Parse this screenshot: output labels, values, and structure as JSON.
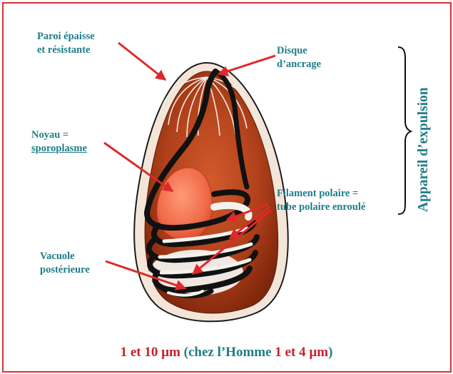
{
  "labels": {
    "paroi": [
      "Paroi épaisse",
      "et résistante"
    ],
    "disque": [
      "Disque",
      "d’ancrage"
    ],
    "noyau": [
      "Noyau =",
      "sporoplasme"
    ],
    "filament": [
      "Filament polaire =",
      "tube polaire enroulé"
    ],
    "vacuole": [
      "Vacuole",
      "postérieure"
    ]
  },
  "side_title": "Appareil d’expulsion",
  "footer": {
    "part1": "1 et 10",
    "unit1": "µm",
    "part2": " (chez l’Homme ",
    "part3": "1 et 4",
    "unit2": "µm",
    "part4": ")"
  },
  "colors": {
    "teal_text": "#1f7d86",
    "red_text": "#c8202a",
    "frame": "#d9302e",
    "arrow": "#e0282a",
    "spore_outer": "#f3e6d8",
    "spore_body": "#a23612",
    "nucleus": "#f26b4a",
    "filament": "#111111"
  }
}
